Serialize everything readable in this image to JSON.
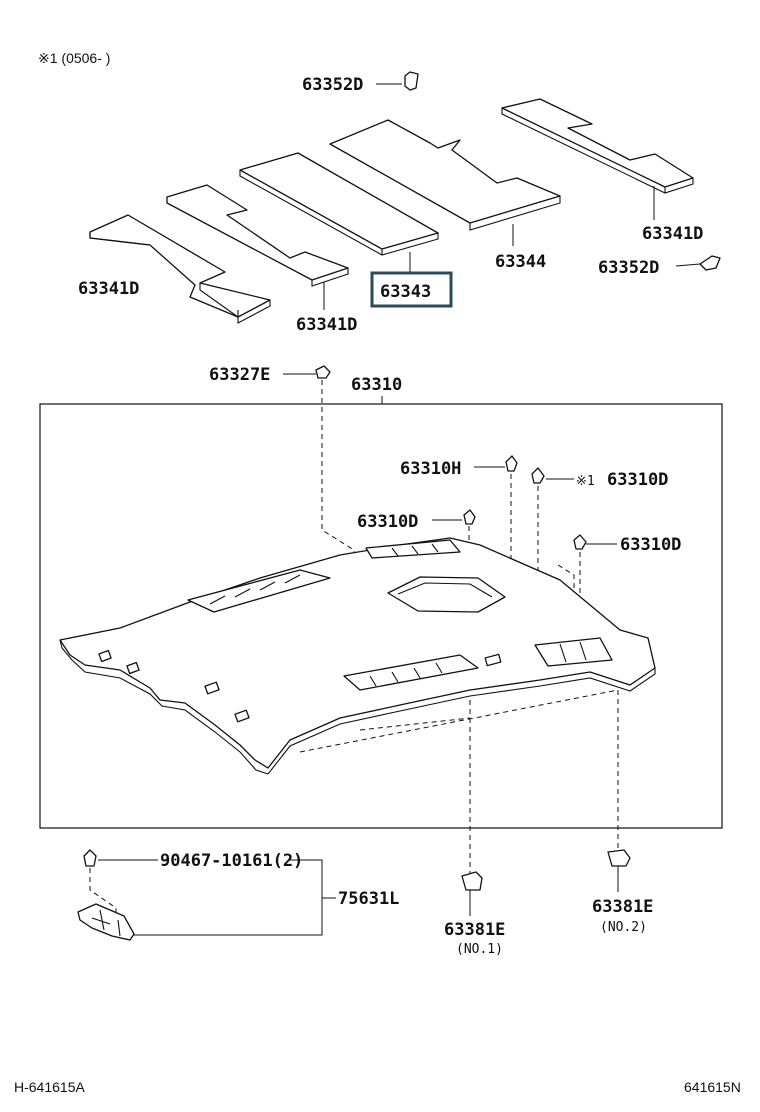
{
  "note": "※1 (0506-  )",
  "footer": {
    "left": "H-641615A",
    "right": "641615N"
  },
  "callouts": {
    "c1": {
      "code": "63352D"
    },
    "c2": {
      "code": "63341D"
    },
    "c3": {
      "code": "63344"
    },
    "c4": {
      "code": "63352D"
    },
    "c5": {
      "code": "63341D"
    },
    "c6": {
      "code": "63343",
      "highlighted": true
    },
    "c7": {
      "code": "63341D"
    },
    "c8": {
      "code": "63327E"
    },
    "c9": {
      "code": "63310"
    },
    "c10": {
      "code": "63310H"
    },
    "c11": {
      "code": "63310D",
      "marker": "※1"
    },
    "c12": {
      "code": "63310D"
    },
    "c13": {
      "code": "63310D"
    },
    "c14": {
      "code": "90467-10161(2)"
    },
    "c15": {
      "code": "75631L"
    },
    "c16": {
      "code": "63381E",
      "sub": "(NO.1)"
    },
    "c17": {
      "code": "63381E",
      "sub": "(NO.2)"
    }
  },
  "colors": {
    "ink": "#111111",
    "highlight_box": "#2c4a5c",
    "background": "#ffffff"
  }
}
